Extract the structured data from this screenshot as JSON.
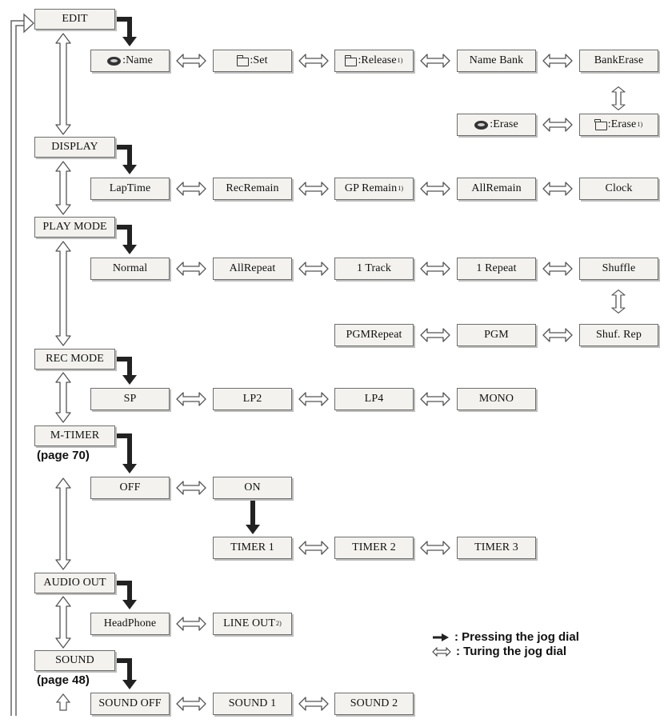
{
  "menus": [
    {
      "id": "edit",
      "label": "EDIT"
    },
    {
      "id": "display",
      "label": "DISPLAY"
    },
    {
      "id": "playmode",
      "label": "PLAY MODE"
    },
    {
      "id": "recmode",
      "label": "REC MODE"
    },
    {
      "id": "mtimer",
      "label": "M-TIMER",
      "page": "(page 70)"
    },
    {
      "id": "audioout",
      "label": "AUDIO OUT"
    },
    {
      "id": "sound",
      "label": "SOUND",
      "page": "(page 48)"
    }
  ],
  "edit_row1": [
    {
      "label": ":Name",
      "icon": "disc-icon"
    },
    {
      "label": ":Set",
      "icon": "folder-icon"
    },
    {
      "label": ":Release",
      "icon": "folder-icon",
      "note": "1)"
    },
    {
      "label": "Name Bank"
    },
    {
      "label": "BankErase"
    }
  ],
  "edit_row2": [
    {
      "label": ":Erase",
      "icon": "disc-icon"
    },
    {
      "label": ":Erase",
      "icon": "folder-icon",
      "note": "1)"
    }
  ],
  "display_row": [
    {
      "label": "LapTime"
    },
    {
      "label": "RecRemain"
    },
    {
      "label": "GP Remain",
      "note": "1)"
    },
    {
      "label": "AllRemain"
    },
    {
      "label": "Clock"
    }
  ],
  "playmode_row1": [
    {
      "label": "Normal"
    },
    {
      "label": "AllRepeat"
    },
    {
      "label": "1 Track"
    },
    {
      "label": "1 Repeat"
    },
    {
      "label": "Shuffle"
    }
  ],
  "playmode_row2": [
    {
      "label": "PGMRepeat"
    },
    {
      "label": "PGM"
    },
    {
      "label": "Shuf. Rep"
    }
  ],
  "recmode_row": [
    {
      "label": "SP"
    },
    {
      "label": "LP2"
    },
    {
      "label": "LP4"
    },
    {
      "label": "MONO"
    }
  ],
  "mtimer_row1": [
    {
      "label": "OFF"
    },
    {
      "label": "ON"
    }
  ],
  "mtimer_row2": [
    {
      "label": "TIMER 1"
    },
    {
      "label": "TIMER 2"
    },
    {
      "label": "TIMER 3"
    }
  ],
  "audioout_row": [
    {
      "label": "HeadPhone"
    },
    {
      "label": "LINE OUT",
      "note": "2)"
    }
  ],
  "sound_row": [
    {
      "label": "SOUND OFF"
    },
    {
      "label": "SOUND 1"
    },
    {
      "label": "SOUND 2"
    }
  ],
  "legend": {
    "press": ": Pressing the jog dial",
    "turn": ": Turing the jog dial"
  }
}
